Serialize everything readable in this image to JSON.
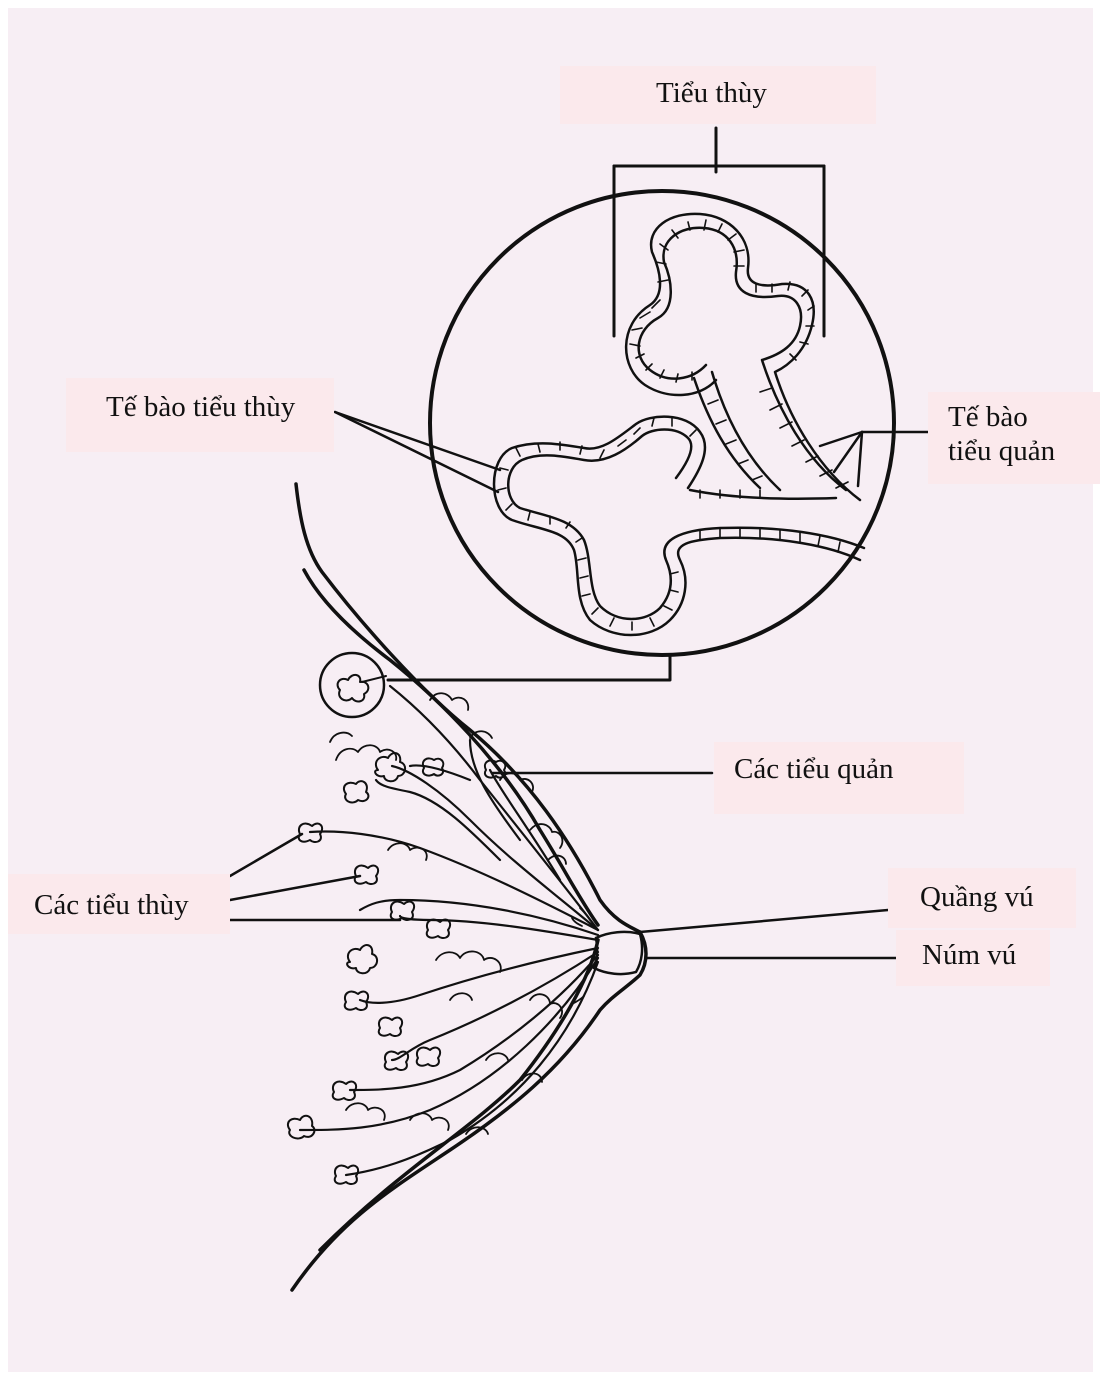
{
  "labels": {
    "lobule": "Tiểu thùy",
    "lobule_cells": "Tế bào tiểu thùy",
    "ductule_cells_line1": "Tế bào",
    "ductule_cells_line2": "tiểu quản",
    "ductules": "Các tiểu quản",
    "lobules": "Các tiểu thùy",
    "areola": "Quầng vú",
    "nipple": "Núm vú"
  },
  "colors": {
    "background": "#f7eef4",
    "label_box": "#fbe9ec",
    "line": "#111111"
  }
}
